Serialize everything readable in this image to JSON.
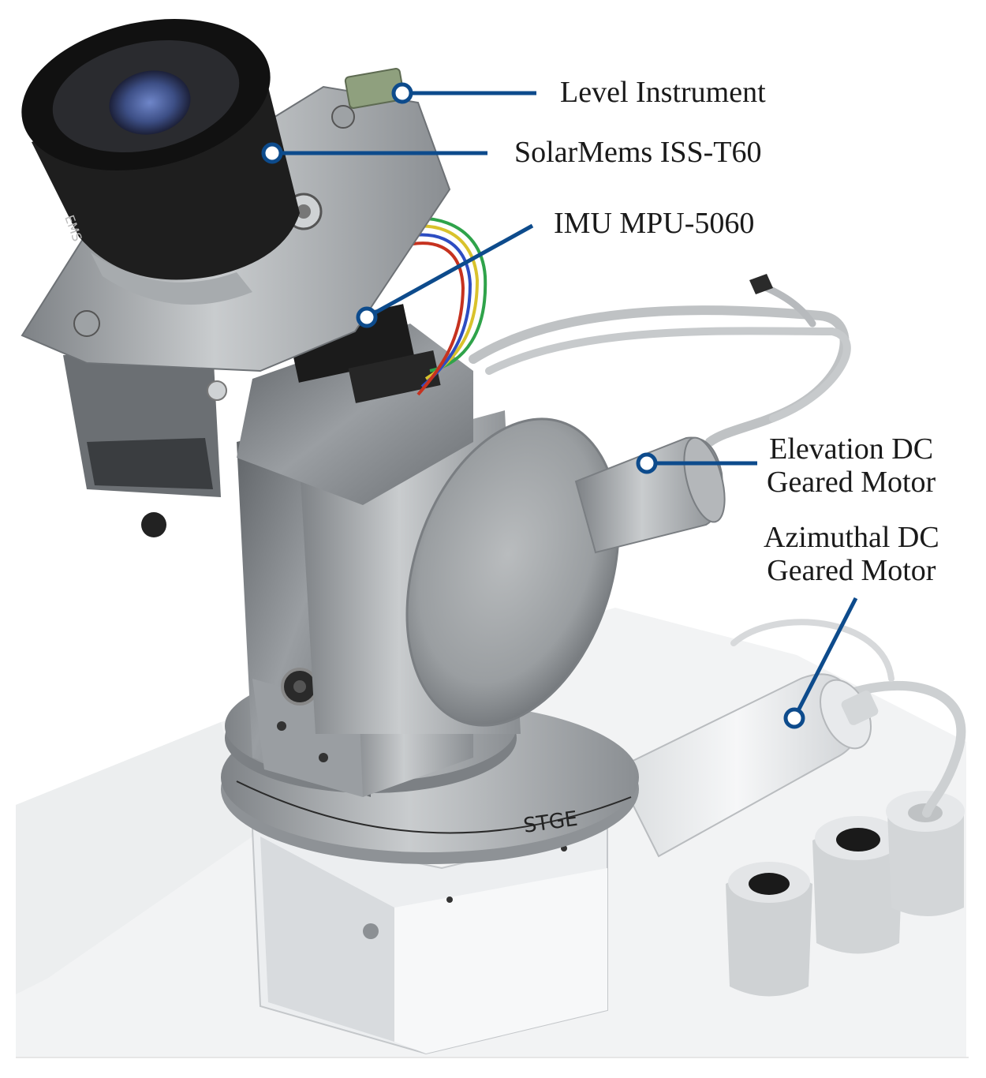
{
  "labels": {
    "level_instrument": "Level Instrument",
    "solar_sensor": "SolarMems ISS-T60",
    "imu": "IMU MPU-5060",
    "elevation_motor": [
      "Elevation DC",
      "Geared Motor"
    ],
    "azimuthal_motor": [
      "Azimuthal DC",
      "Geared Motor"
    ]
  },
  "markings": {
    "sensor_text": "EMS",
    "base_text": "STGE"
  },
  "colors": {
    "callout": "#0d4b8c",
    "background": "#ffffff",
    "table": "#f2f2f2",
    "aluminum": "#a9adb0",
    "sensor_body": "#1c1c1c"
  }
}
